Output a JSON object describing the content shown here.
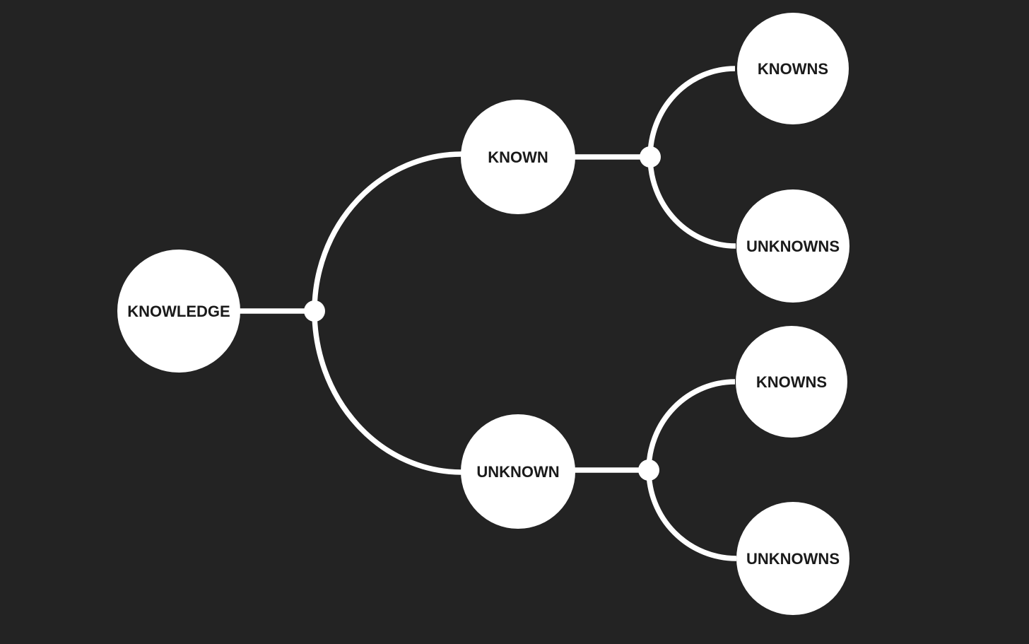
{
  "colors": {
    "background": "#232323",
    "node_fill": "#ffffff",
    "connector": "#ffffff",
    "label_text": "#1a1a1a"
  },
  "tree": {
    "label": "KNOWLEDGE",
    "children": [
      {
        "label": "KNOWN",
        "children": [
          {
            "label": "KNOWNS"
          },
          {
            "label": "UNKNOWNS"
          }
        ]
      },
      {
        "label": "UNKNOWN",
        "children": [
          {
            "label": "KNOWNS"
          },
          {
            "label": "UNKNOWNS"
          }
        ]
      }
    ]
  }
}
